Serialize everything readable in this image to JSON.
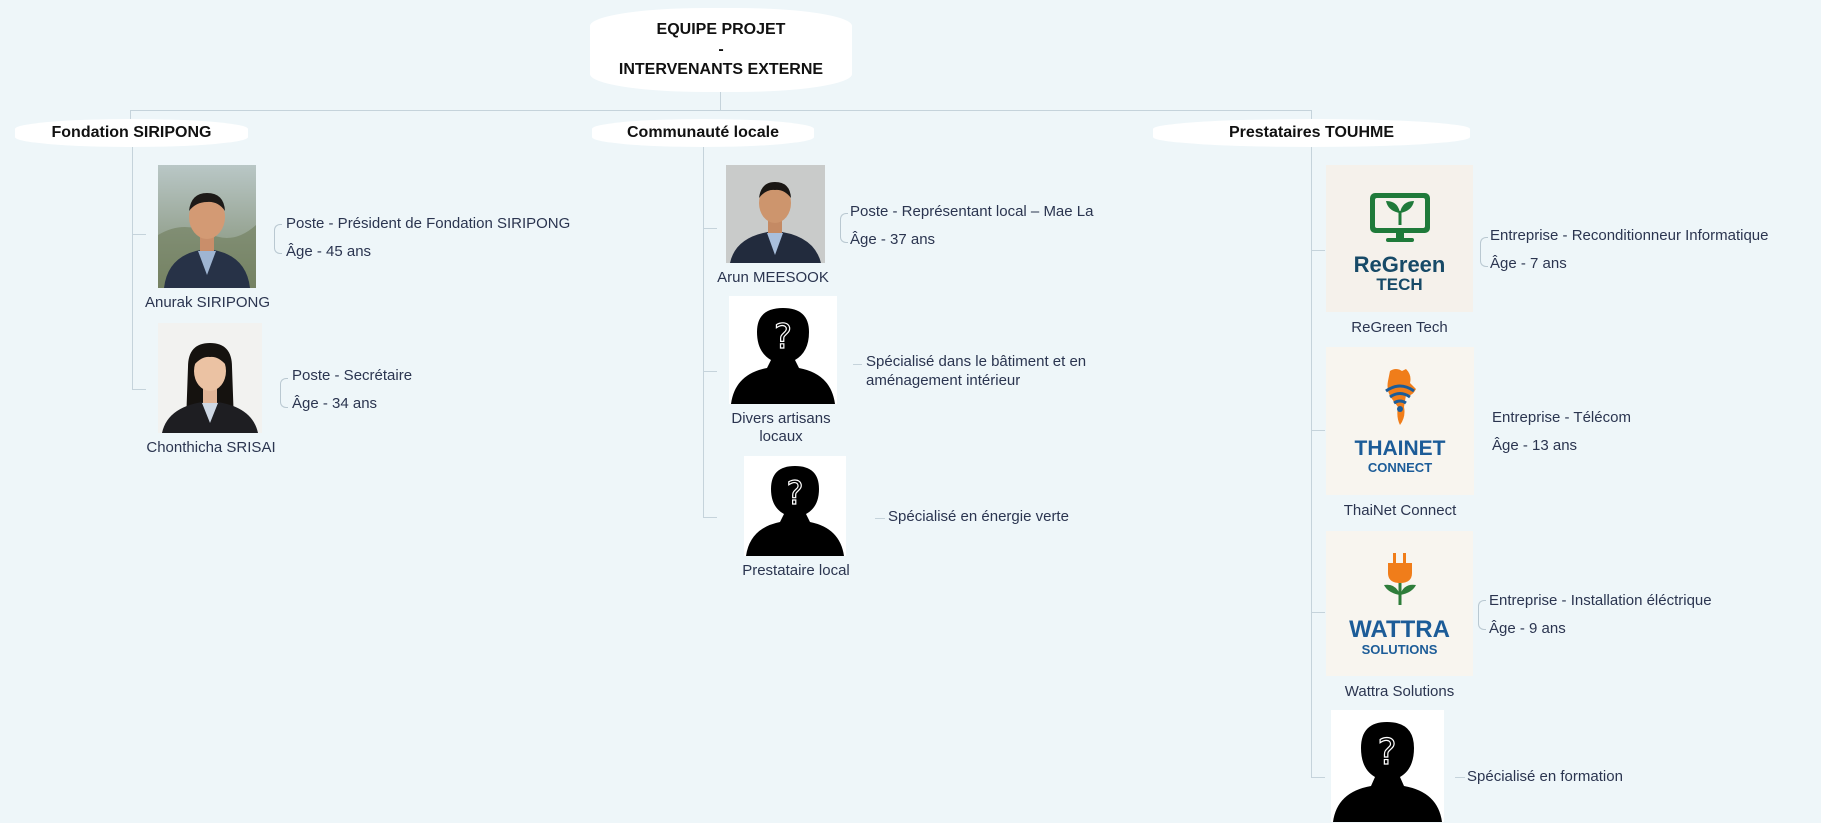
{
  "root": {
    "line1": "EQUIPE PROJET",
    "line2": "-",
    "line3": "INTERVENANTS EXTERNE"
  },
  "branches": {
    "foundation": "Fondation SIRIPONG",
    "community": "Communauté locale",
    "providers": "Prestataires TOUHME"
  },
  "foundation_members": [
    {
      "name": "Anurak SIRIPONG",
      "role": "Poste - Président de Fondation SIRIPONG",
      "age": "Âge - 45 ans"
    },
    {
      "name": "Chonthicha SRISAI",
      "role": "Poste - Secrétaire",
      "age": "Âge - 34 ans"
    }
  ],
  "community_members": [
    {
      "name": "Arun MEESOOK",
      "role": "Poste - Représentant local – Mae La",
      "age": "Âge - 37 ans"
    },
    {
      "name": "Divers artisans locaux",
      "role": "Spécialisé dans le bâtiment et en aménagement intérieur"
    },
    {
      "name": "Prestataire local",
      "role": "Spécialisé en énergie verte"
    }
  ],
  "providers_members": [
    {
      "name": "ReGreen Tech",
      "logo_line1": "ReGreen",
      "logo_line2": "TECH",
      "role": "Entreprise - Reconditionneur Informatique",
      "age": "Âge - 7 ans"
    },
    {
      "name": "ThaiNet Connect",
      "logo_line1": "THAINET",
      "logo_line2": "CONNECT",
      "role": "Entreprise - Télécom",
      "age": "Âge - 13 ans"
    },
    {
      "name": "Wattra Solutions",
      "logo_line1": "WATTRA",
      "logo_line2": "SOLUTIONS",
      "role": "Entreprise - Installation éléctrique",
      "age": "Âge - 9 ans"
    },
    {
      "role": "Spécialisé en formation"
    }
  ],
  "icons": [
    "person-photo",
    "unknown-person-silhouette-icon",
    "computer-plant-icon",
    "wifi-map-icon",
    "plug-plant-icon"
  ],
  "colors": {
    "background": "#eef6f9",
    "connector": "#c5d3db",
    "regreen": "#1f7a3a",
    "thainet": "#1c5c98",
    "wattra": "#1c5c98",
    "accent_orange": "#f07d1a"
  }
}
